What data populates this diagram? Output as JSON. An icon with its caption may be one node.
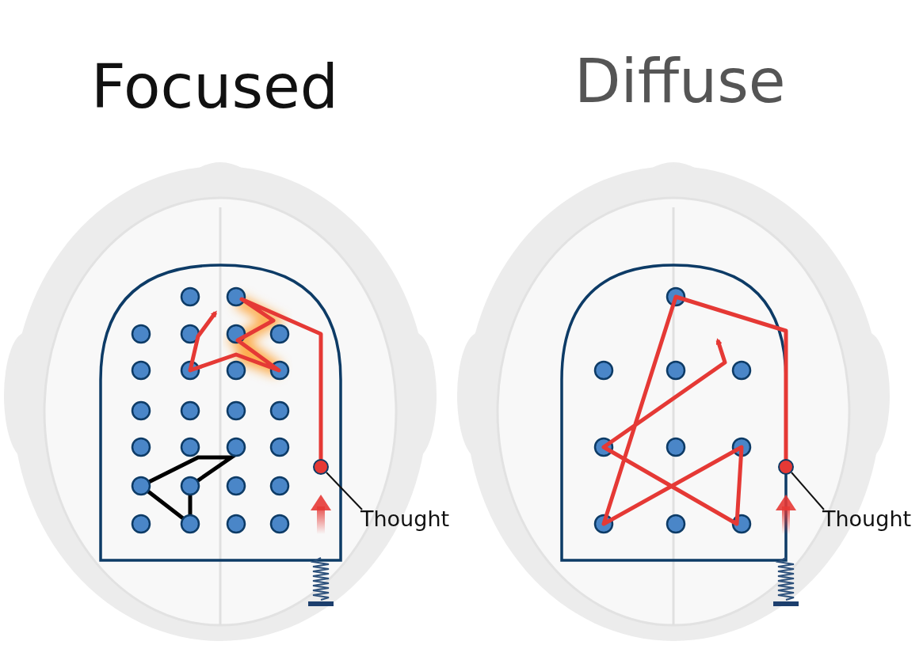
{
  "diagram": {
    "nodes": [
      {
        "text": [
          "Thought"
        ]
      },
      {
        "text": [],
        "shape": "circle"
      },
      {
        "text": [
          "Thought"
        ]
      },
      {
        "text": [],
        "shape": "circle"
      }
    ],
    "edges": [
      {
        "from": 0,
        "to": 1,
        "arrow": "none"
      },
      {
        "from": 2,
        "to": 3,
        "arrow": "none"
      }
    ],
    "labels": [
      "Focused",
      "Diffuse"
    ]
  }
}
